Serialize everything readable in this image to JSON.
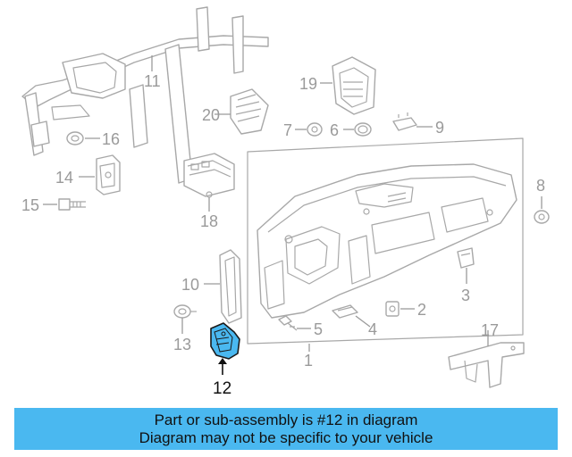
{
  "callouts": {
    "c1": "1",
    "c2": "2",
    "c3": "3",
    "c4": "4",
    "c5": "5",
    "c6": "6",
    "c7": "7",
    "c8": "8",
    "c9": "9",
    "c10": "10",
    "c11": "11",
    "c12": "12",
    "c13": "13",
    "c14": "14",
    "c15": "15",
    "c16": "16",
    "c17": "17",
    "c18": "18",
    "c19": "19",
    "c20": "20"
  },
  "highlight_color": "#4ab8f0",
  "banner": {
    "line1": "Part or sub-assembly is #12 in diagram",
    "line2": "Diagram may not be specific to your vehicle"
  }
}
